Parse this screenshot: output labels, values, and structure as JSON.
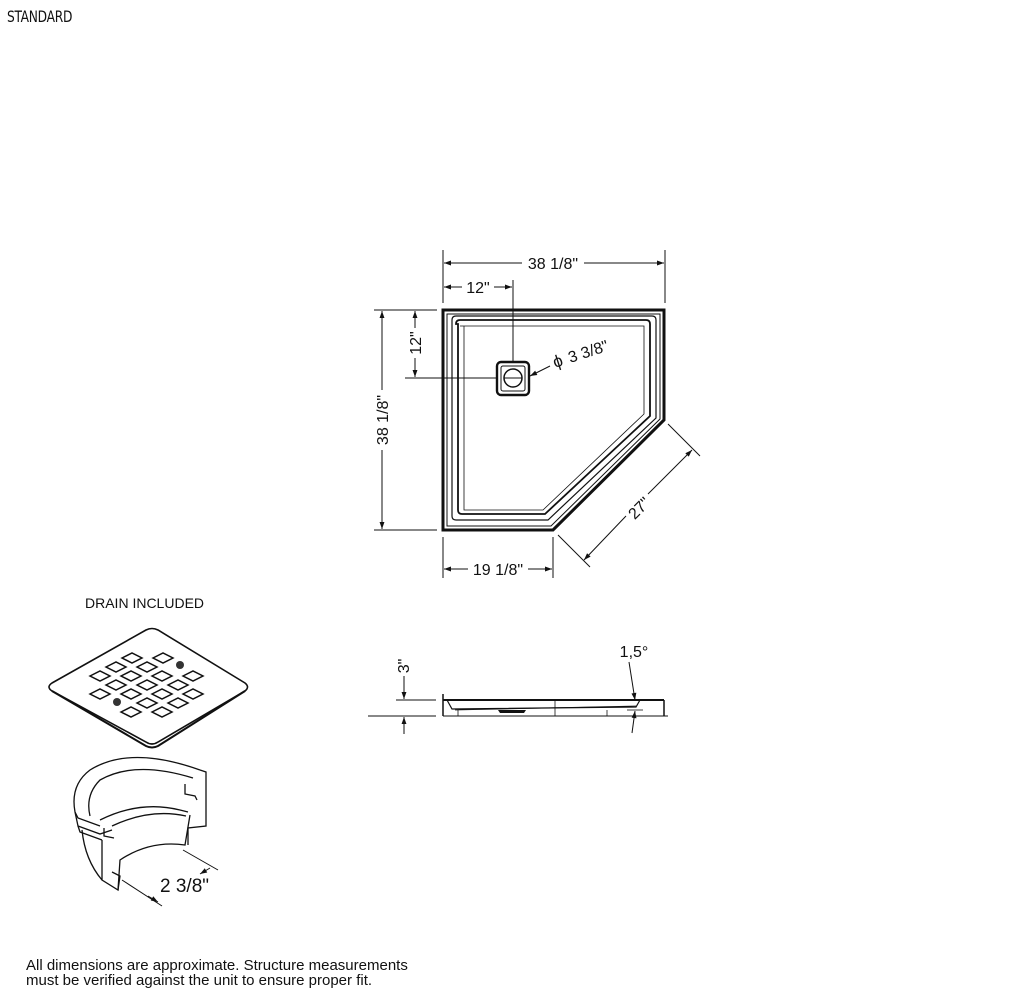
{
  "header": {
    "title": "STANDARD"
  },
  "plan_view": {
    "dim_overall_width": "38 1/8\"",
    "dim_drain_offset_x": "12\"",
    "dim_drain_offset_y": "12\"",
    "dim_overall_depth": "38 1/8\"",
    "dim_drain_diameter": "3 3/8\"",
    "diameter_symbol": "ϕ",
    "dim_angled_side": "27\"",
    "dim_front_side": "19 1/8\""
  },
  "side_view": {
    "dim_height": "3\"",
    "dim_slope": "1,5°"
  },
  "drain": {
    "title": "DRAIN INCLUDED",
    "dim_body_height": "2 3/8\""
  },
  "footer": {
    "disclaimer_line1": "All dimensions are approximate. Structure measurements",
    "disclaimer_line2": "must be verified against the unit to ensure proper fit."
  }
}
